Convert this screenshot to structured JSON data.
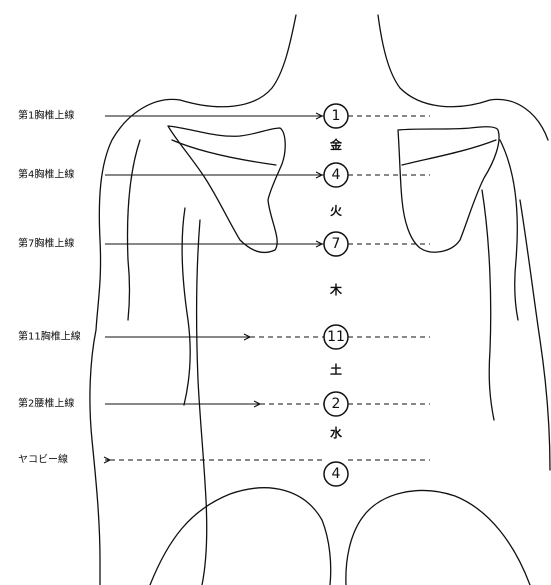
{
  "lines": [
    {
      "label": "第1胸椎上線",
      "marker": "1"
    },
    {
      "label": "第4胸椎上線",
      "marker": "4"
    },
    {
      "label": "第7胸椎上線",
      "marker": "7"
    },
    {
      "label": "第11胸椎上線",
      "marker": "11"
    },
    {
      "label": "第2腰椎上線",
      "marker": "2"
    },
    {
      "label": "ヤコビー線",
      "marker": "4"
    }
  ],
  "elements": [
    "金",
    "火",
    "木",
    "土",
    "水"
  ]
}
